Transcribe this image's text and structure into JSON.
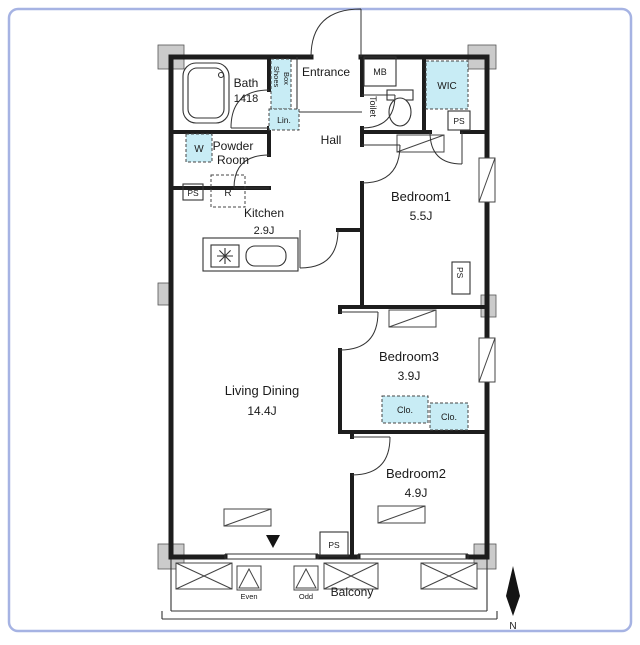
{
  "colors": {
    "frame": "#a6b3e3",
    "closet_fill": "#c8ecf5",
    "wall": "#1d1d1d",
    "column_fill": "#cbcbcb"
  },
  "labels": {
    "bath": "Bath",
    "bath_dim": "1418",
    "powder_line1": "Powder",
    "powder_line2": "Room",
    "entrance": "Entrance",
    "shoes_line1": "Shoes",
    "shoes_line2": "Box",
    "linen": "Lin.",
    "mb": "MB",
    "wic": "WIC",
    "toilet": "Toilet",
    "hall": "Hall",
    "kitchen": "Kitchen",
    "kitchen_size": "2.9J",
    "washer": "W",
    "fridge": "R",
    "bedroom1": "Bedroom1",
    "bedroom1_size": "5.5J",
    "bedroom3": "Bedroom3",
    "bedroom3_size": "3.9J",
    "bedroom2": "Bedroom2",
    "bedroom2_size": "4.9J",
    "living": "Living Dining",
    "living_size": "14.4J",
    "closet_a": "Clo.",
    "closet_b": "Clo.",
    "ps_left": "PS",
    "ps_toilet": "PS",
    "ps_right": "PS",
    "ps_bottom": "PS",
    "balcony": "Balcony",
    "hatch_even": "Even",
    "hatch_odd": "Odd",
    "north": "N"
  }
}
